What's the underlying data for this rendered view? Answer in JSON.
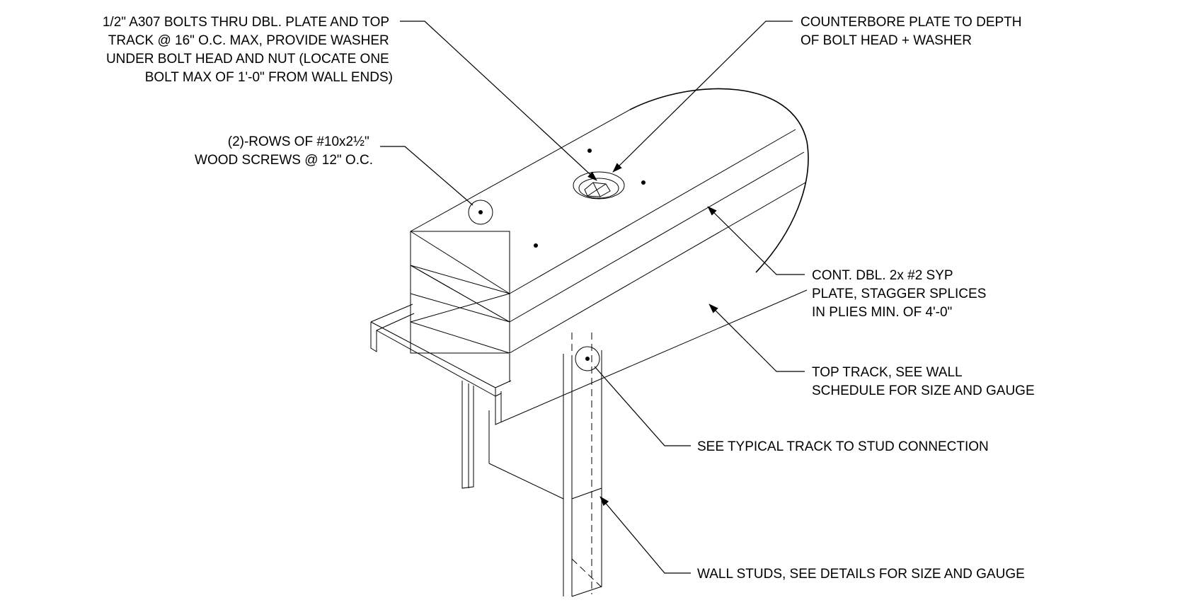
{
  "drawing": {
    "notes": [
      {
        "id": "bolts",
        "lines": [
          "1/2\" A307 BOLTS THRU DBL. PLATE AND TOP",
          "TRACK @ 16\" O.C. MAX, PROVIDE WASHER",
          "UNDER BOLT HEAD AND NUT (LOCATE ONE",
          "BOLT MAX OF 1'-0\" FROM WALL ENDS)"
        ]
      },
      {
        "id": "screws",
        "lines": [
          "(2)-ROWS OF #10x2½\"",
          "WOOD SCREWS @ 12\" O.C."
        ]
      },
      {
        "id": "counterbore",
        "lines": [
          "COUNTERBORE PLATE TO DEPTH",
          "OF BOLT HEAD + WASHER"
        ]
      },
      {
        "id": "plate",
        "lines": [
          "CONT. DBL. 2x #2 SYP",
          "PLATE, STAGGER SPLICES",
          "IN PLIES MIN. OF 4'-0\""
        ]
      },
      {
        "id": "track",
        "lines": [
          "TOP TRACK, SEE WALL",
          "SCHEDULE FOR SIZE AND GAUGE"
        ]
      },
      {
        "id": "connection",
        "lines": [
          "SEE TYPICAL TRACK TO STUD CONNECTION"
        ]
      },
      {
        "id": "studs",
        "lines": [
          "WALL STUDS, SEE DETAILS FOR SIZE AND GAUGE"
        ]
      }
    ]
  }
}
